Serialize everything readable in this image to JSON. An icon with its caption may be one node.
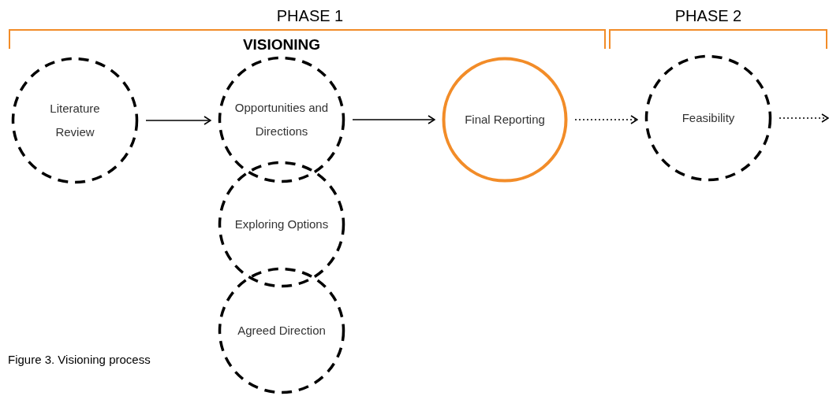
{
  "diagram": {
    "caption": "Figure 3. Visioning process",
    "nodes": [
      {
        "text": [
          "Literature Review"
        ]
      },
      {
        "text": [
          "Opportunities and Directions"
        ]
      },
      {
        "text": [
          "Exploring Options"
        ]
      },
      {
        "text": [
          "Agreed Direction"
        ]
      },
      {
        "text": [
          "Final Reporting"
        ]
      },
      {
        "text": [
          "Feasibility"
        ]
      }
    ],
    "edges": [
      {
        "from": 0,
        "to": 1,
        "arrow": "to"
      },
      {
        "from": 1,
        "to": 4,
        "arrow": "to"
      },
      {
        "from": 4,
        "to": 5,
        "arrow": "to",
        "style": "dashed"
      },
      {
        "from": 5,
        "to": null,
        "arrow": "to",
        "style": "dashed"
      }
    ],
    "labels": [
      "PHASE 1",
      "PHASE 2",
      "VISIONING"
    ]
  }
}
